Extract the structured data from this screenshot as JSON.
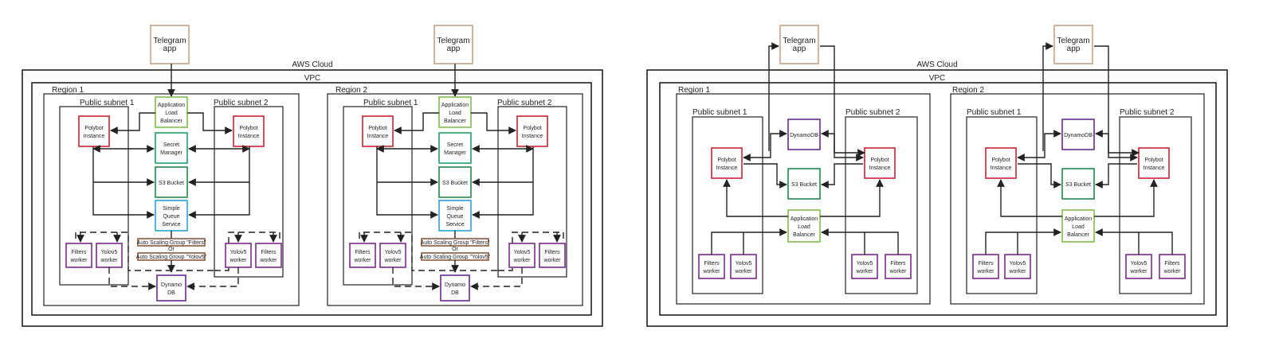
{
  "labels": {
    "telegram": [
      "Telegram",
      "app"
    ],
    "cloud": "AWS Cloud",
    "vpc": "VPC",
    "region1": "Region 1",
    "region2": "Region 2",
    "subnet1": "Public subnet 1",
    "subnet2": "Public subnet 2",
    "alb": [
      "Application",
      "Load",
      "Balancer"
    ],
    "polybot": [
      "Polybot",
      "Instance"
    ],
    "secret": [
      "Secret",
      "Manager"
    ],
    "s3": "S3 Bucket",
    "sqs": [
      "Simple",
      "Queue",
      "Service"
    ],
    "asg_filters": "Auto Scaling Group \"Filters\"",
    "asg_or": "Or",
    "asg_yolo": "Auto Scaling Group \"Yolov5\"",
    "filters": [
      "Filters",
      "worker"
    ],
    "yolo": [
      "Yolov5",
      "worker"
    ],
    "dynamo_stack": [
      "Dynamo",
      "DB"
    ],
    "dynamo_one": "DynamoDB"
  },
  "colors": {
    "telegram": "#c8a27e",
    "alb": "#7cc04a",
    "polybot": "#c8242f",
    "secret": "#1f9e6a",
    "s3": "#1f8a4a",
    "sqs": "#2aa3d8",
    "worker": "#7a2a8a",
    "dynamo": "#6a2a8a",
    "asg": "#8a5a3a"
  }
}
